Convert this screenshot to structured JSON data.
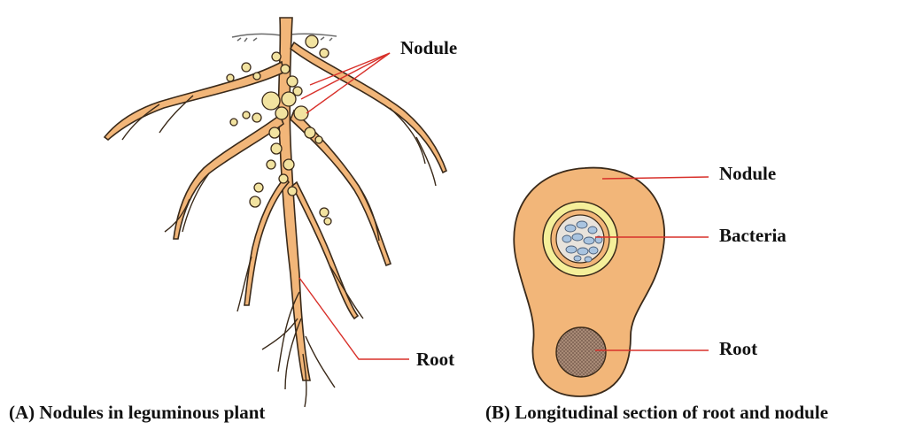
{
  "panel_a": {
    "nodule_label": "Nodule",
    "root_label": "Root",
    "caption": "(A) Nodules in leguminous plant"
  },
  "panel_b": {
    "nodule_label": "Nodule",
    "bacteria_label": "Bacteria",
    "root_label": "Root",
    "caption": "(B) Longitudinal section of root and nodule"
  },
  "colors": {
    "root_fill": "#f2b679",
    "root_outline": "#3a2a1a",
    "nodule_fill": "#f2e3a0",
    "leader_line": "#d8302a",
    "bacteria_ring": "#f5ef9a",
    "bacteria_cell": "#a9c4e0",
    "root_section": "#9b7d6a",
    "soil": "#6b6b6b"
  }
}
